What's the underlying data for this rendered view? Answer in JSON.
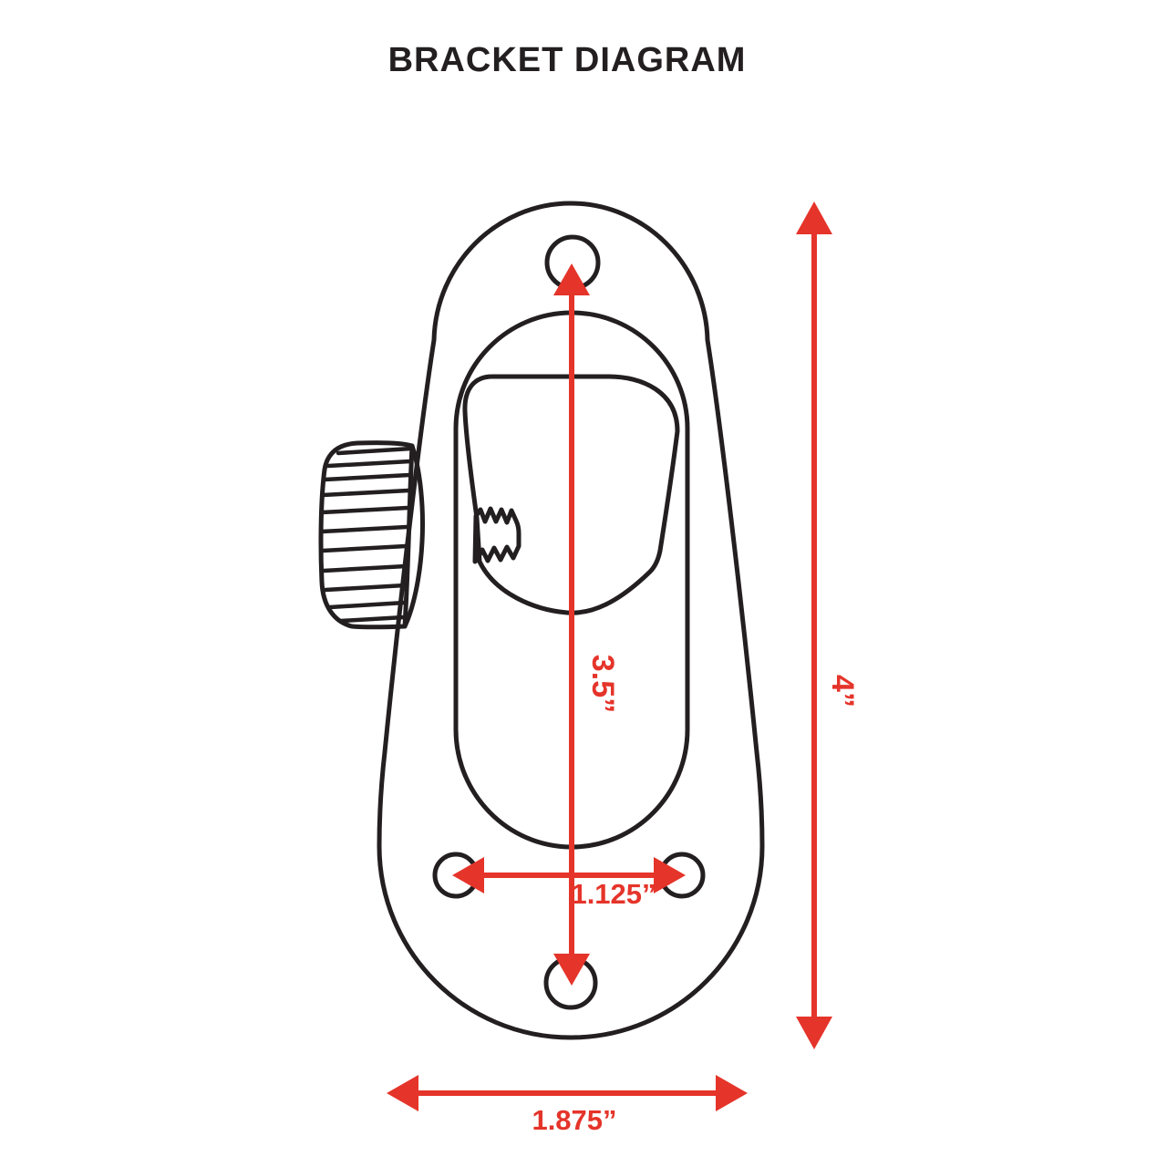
{
  "title": "BRACKET DIAGRAM",
  "dimensions": {
    "slot_height": "3.5”",
    "overall_height": "4”",
    "hole_spacing": "1.125”",
    "overall_width": "1.875”"
  },
  "colors": {
    "outline": "#231f20",
    "dimension": "#e5342a",
    "background": "#ffffff"
  }
}
